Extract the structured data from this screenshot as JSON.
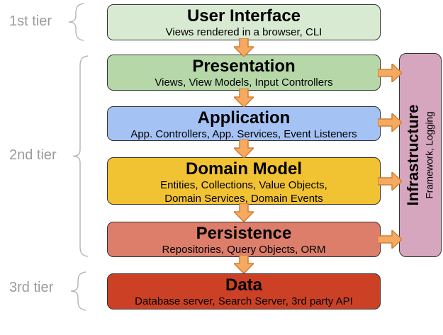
{
  "diagram": {
    "tier_labels": [
      "1st tier",
      "2nd tier",
      "3rd tier"
    ],
    "layers": [
      {
        "title": "User Interface",
        "subtitle": "Views rendered in a browser, CLI",
        "fill": "#d9ead3"
      },
      {
        "title": "Presentation",
        "subtitle": "Views, View Models, Input Controllers",
        "fill": "#b6d7a8"
      },
      {
        "title": "Application",
        "subtitle": "App. Controllers, App. Services, Event Listeners",
        "fill": "#a4c2f4"
      },
      {
        "title": "Domain Model",
        "subtitle": "Entities, Collections, Value Objects, Domain Services, Domain Events",
        "fill": "#f1c232"
      },
      {
        "title": "Persistence",
        "subtitle": "Repositories, Query Objects, ORM",
        "fill": "#dd7e6b"
      },
      {
        "title": "Data",
        "subtitle": "Database server, Search Server, 3rd party API",
        "fill": "#cc4125"
      }
    ],
    "infrastructure": {
      "title": "Infrastructure",
      "subtitle": "Framework, Logging",
      "fill": "#d5a6bd"
    },
    "colors": {
      "arrow_fill": "#f6a961",
      "arrow_stroke": "#cf7f33",
      "box_border": "#333333",
      "tier_label": "#9b9b9b",
      "brace": "#b3b3b3",
      "background": "#ffffff"
    }
  }
}
